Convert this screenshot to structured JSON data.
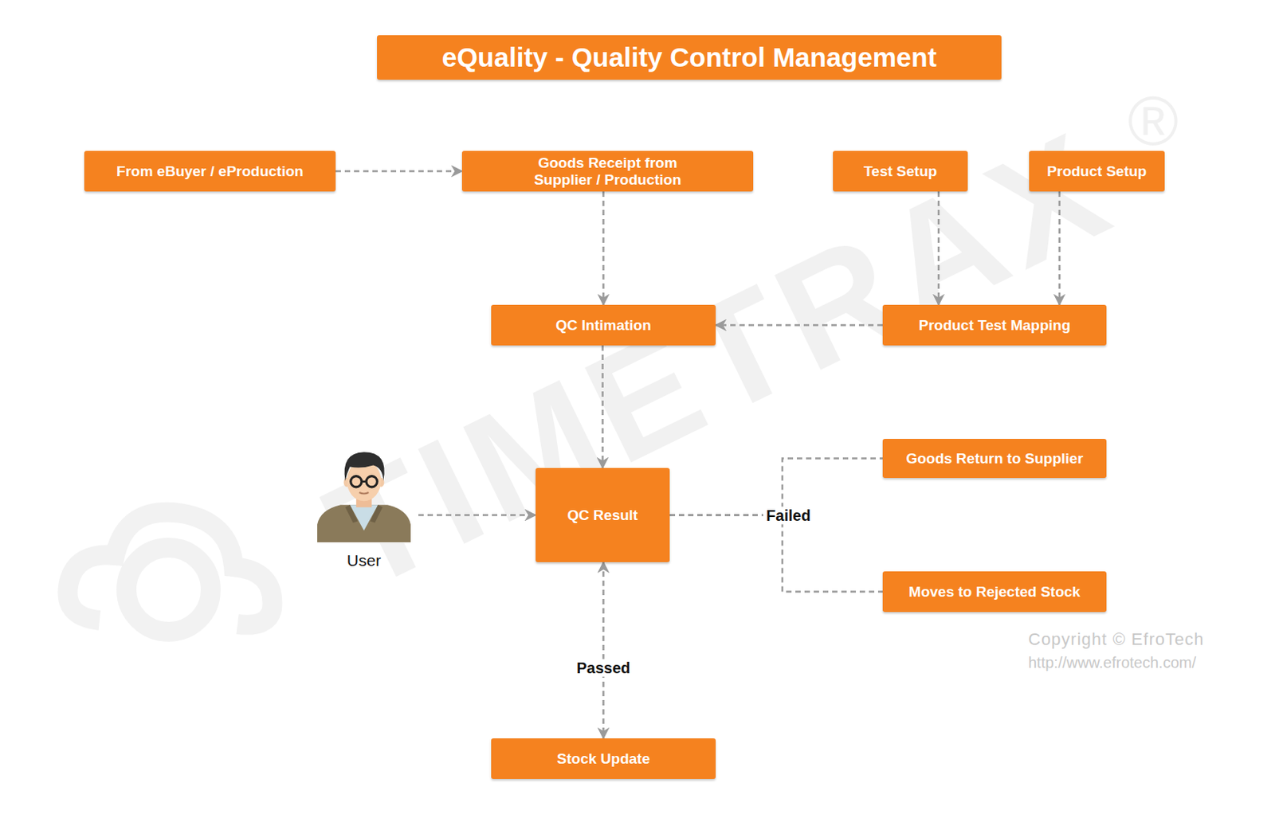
{
  "diagram": {
    "title": "eQuality - Quality Control Management",
    "nodes": [
      {
        "text": [
          "From eBuyer / eProduction"
        ]
      },
      {
        "text": [
          "Goods Receipt from Supplier / Production"
        ]
      },
      {
        "text": [
          "Test Setup"
        ]
      },
      {
        "text": [
          "Product Setup"
        ]
      },
      {
        "text": [
          "QC Intimation"
        ]
      },
      {
        "text": [
          "Product Test Mapping"
        ]
      },
      {
        "text": [
          "User"
        ]
      },
      {
        "text": [
          "QC Result"
        ]
      },
      {
        "text": [
          "Goods Return to Supplier"
        ]
      },
      {
        "text": [
          "Moves to Rejected Stock"
        ]
      },
      {
        "text": [
          "Stock Update"
        ]
      }
    ],
    "edges": [
      {
        "from": 0,
        "to": 1,
        "arrow": "to"
      },
      {
        "from": 1,
        "to": 4,
        "arrow": "to"
      },
      {
        "from": 2,
        "to": 5,
        "arrow": "to"
      },
      {
        "from": 3,
        "to": 5,
        "arrow": "to"
      },
      {
        "from": 5,
        "to": 4,
        "arrow": "to"
      },
      {
        "from": 4,
        "to": 7,
        "arrow": "to"
      },
      {
        "from": 6,
        "to": 7,
        "arrow": "to"
      },
      {
        "from": 7,
        "to": 8,
        "label": "Failed",
        "arrow": "none"
      },
      {
        "from": 7,
        "to": 9,
        "arrow": "none"
      },
      {
        "from": 7,
        "to": 10,
        "label": "Passed",
        "arrow": "both"
      }
    ],
    "labels": [
      "TIMETRAX",
      "®",
      "Copyright © EfroTech",
      "http://www.efrotech.com/"
    ]
  }
}
